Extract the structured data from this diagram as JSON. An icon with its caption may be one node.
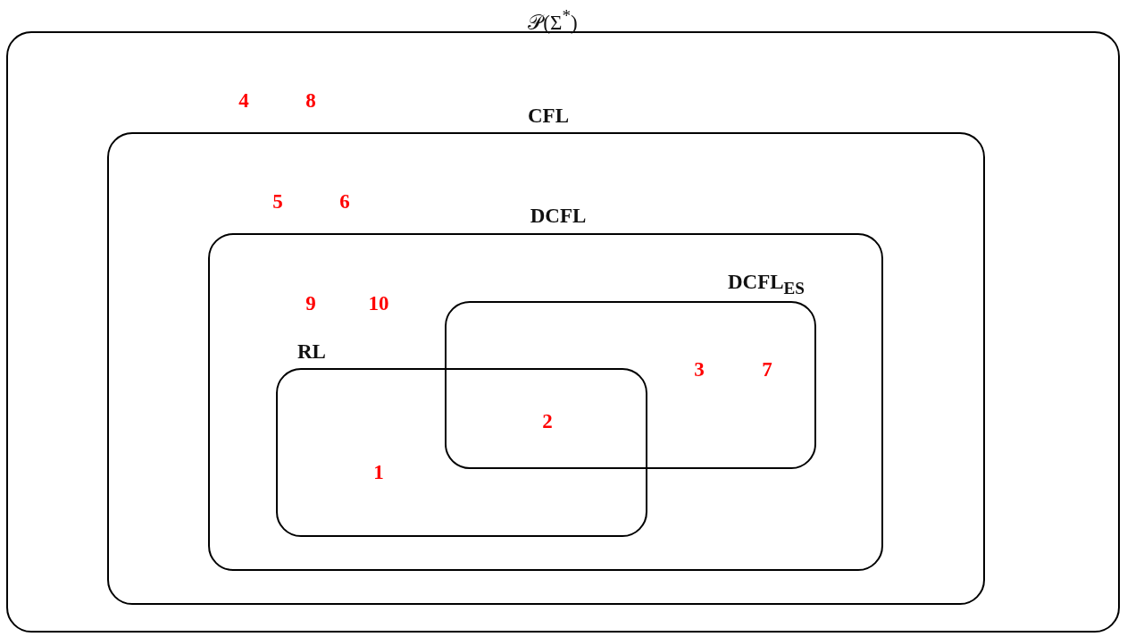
{
  "diagram": {
    "nodes": [
      {
        "text": [
          "𝒫(Σ$^{*}$)"
        ]
      },
      {
        "text": [
          "CFL"
        ],
        "in": 0
      },
      {
        "text": [
          "DCFL"
        ],
        "in": 1
      },
      {
        "text": [
          "DCFL$_{ES}$"
        ],
        "in": 2
      },
      {
        "text": [
          "RL"
        ],
        "in": 2
      }
    ],
    "edges": [],
    "labels": [
      "4",
      "8",
      "5",
      "6",
      "9",
      "10",
      "3",
      "7",
      "2",
      "1"
    ]
  }
}
